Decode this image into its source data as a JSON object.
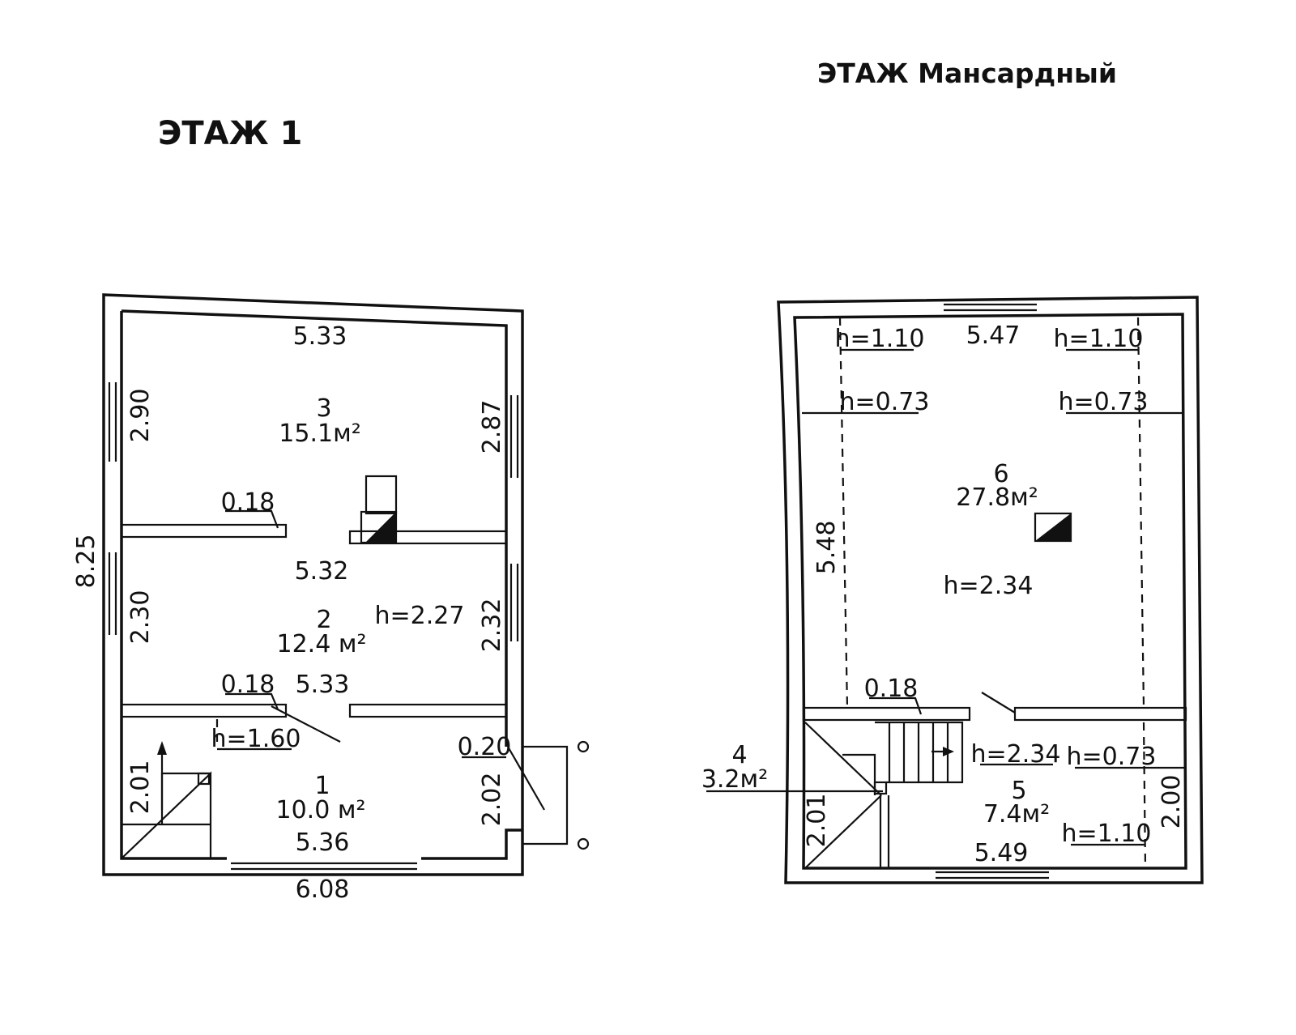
{
  "floors": [
    {
      "title": "ЭТАЖ 1",
      "rooms": [
        {
          "number": "3",
          "area": "15.1м²"
        },
        {
          "number": "2",
          "area": "12.4 м²"
        },
        {
          "number": "1",
          "area": "10.0 м²"
        }
      ],
      "dimensions": {
        "top_width": "5.33",
        "room3_left": "2.90",
        "room3_right": "2.87",
        "wall_thickness_upper": "0.18",
        "room2_width": "5.32",
        "room2_height": "h=2.27",
        "room2_left": "2.30",
        "room2_right": "2.32",
        "wall_thickness_lower": "0.18",
        "room1_top_width": "5.33",
        "stair_height": "h=1.60",
        "door_offset": "0.20",
        "stair_depth": "2.01",
        "room1_right": "2.02",
        "room1_width": "5.36",
        "outer_width": "6.08",
        "outer_height": "8.25"
      }
    },
    {
      "title": "ЭТАЖ Мансардный",
      "rooms": [
        {
          "number": "6",
          "area": "27.8м²"
        },
        {
          "number": "4",
          "area": "3.2м²"
        },
        {
          "number": "5",
          "area": "7.4м²"
        }
      ],
      "dimensions": {
        "h_left_top": "h=1.10",
        "top_width": "5.47",
        "h_right_top": "h=1.10",
        "h_left_mid": "h=0.73",
        "h_right_mid": "h=0.73",
        "room6_depth": "5.48",
        "room6_height": "h=2.34",
        "wall_thickness": "0.18",
        "room5_height": "h=2.34",
        "room5_h_edge": "h=0.73",
        "room5_h_low": "h=1.10",
        "stair_depth": "2.01",
        "room5_right": "2.00",
        "bottom_width": "5.49"
      }
    }
  ]
}
